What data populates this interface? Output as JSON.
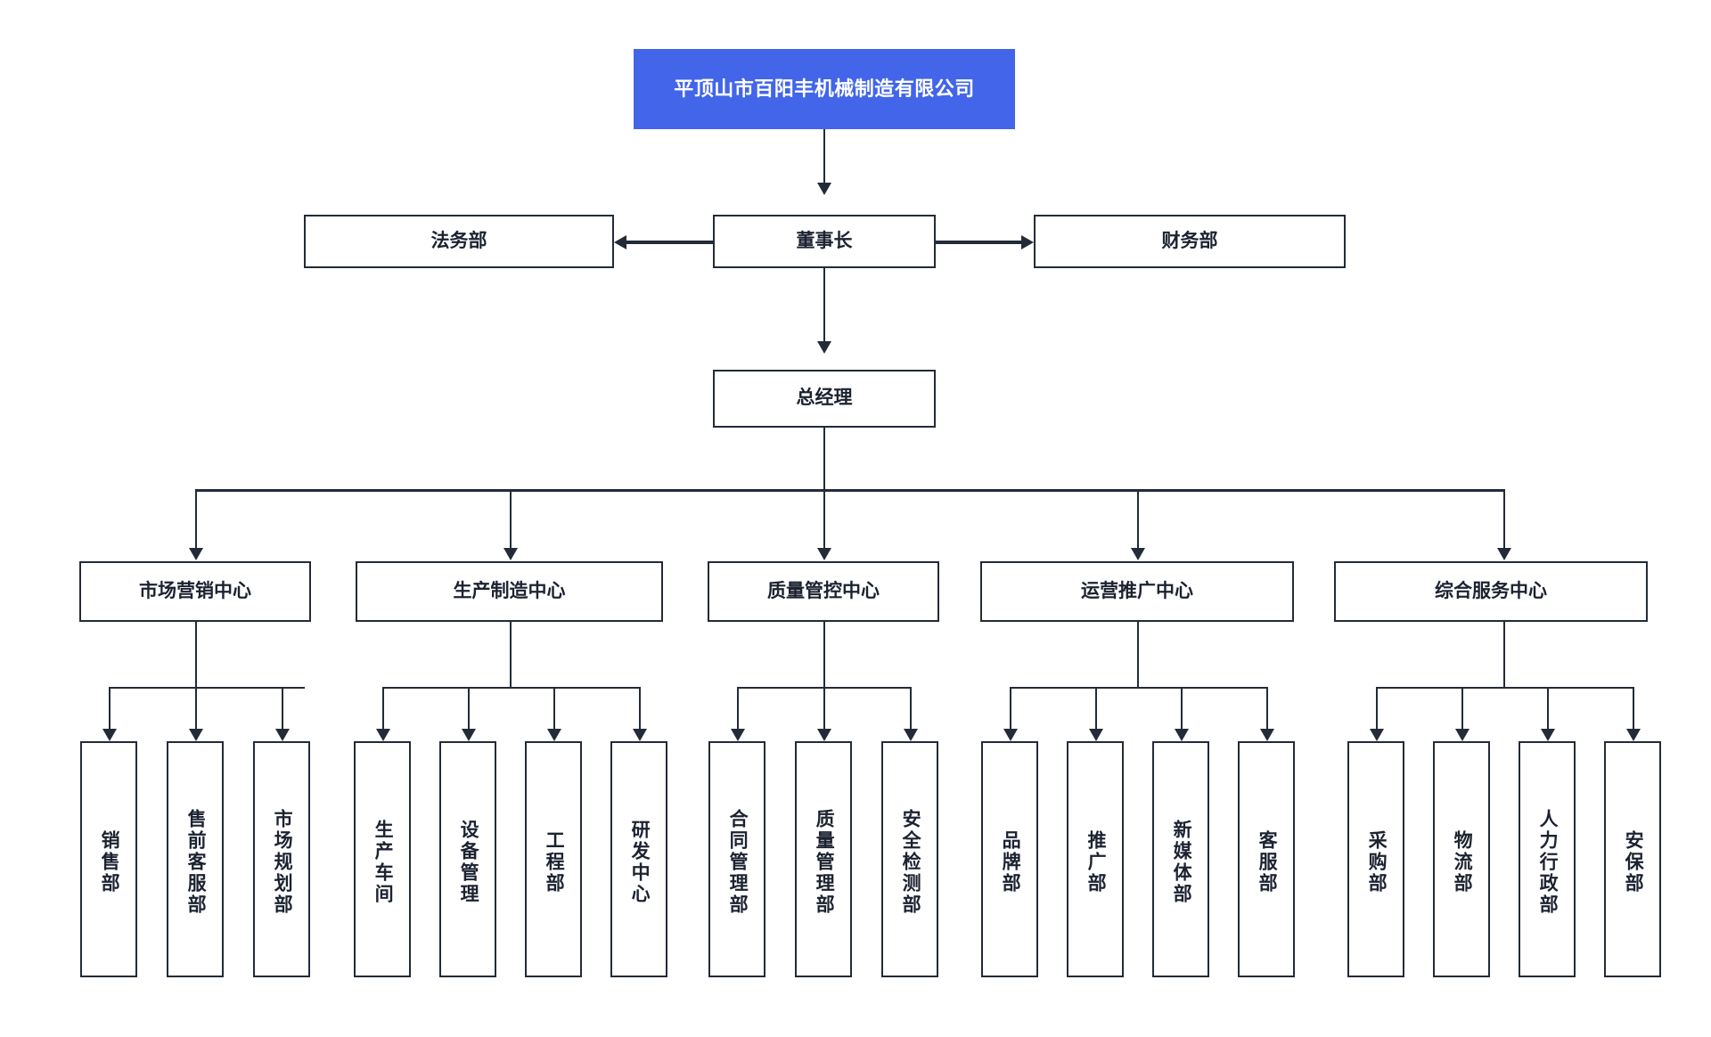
{
  "chart_data": {
    "type": "diagram",
    "title": "平顶山市百阳丰机械制造有限公司",
    "diagram_kind": "organization-chart",
    "orientation": "top-down",
    "accent_color": "#4265ea",
    "line_color": "#232b38",
    "background": "#ffffff"
  },
  "root": {
    "label": "平顶山市百阳丰机械制造有限公司"
  },
  "level1": {
    "chairman": "董事长",
    "legal": "法务部",
    "finance": "财务部"
  },
  "level2": {
    "general_manager": "总经理"
  },
  "centers": [
    {
      "label": "市场营销中心"
    },
    {
      "label": "生产制造中心"
    },
    {
      "label": "质量管控中心"
    },
    {
      "label": "运营推广中心"
    },
    {
      "label": "综合服务中心"
    }
  ],
  "departments": {
    "marketing": [
      {
        "label": "销售部"
      },
      {
        "label": "售前客服部"
      },
      {
        "label": "市场规划部"
      }
    ],
    "manufacturing": [
      {
        "label": "生产车间"
      },
      {
        "label": "设备管理"
      },
      {
        "label": "工程部"
      },
      {
        "label": "研发中心"
      }
    ],
    "quality": [
      {
        "label": "合同管理部"
      },
      {
        "label": "质量管理部"
      },
      {
        "label": "安全检测部"
      }
    ],
    "operations": [
      {
        "label": "品牌部"
      },
      {
        "label": "推广部"
      },
      {
        "label": "新媒体部"
      },
      {
        "label": "客服部"
      }
    ],
    "services": [
      {
        "label": "采购部"
      },
      {
        "label": "物流部"
      },
      {
        "label": "人力行政部"
      },
      {
        "label": "安保部"
      }
    ]
  }
}
